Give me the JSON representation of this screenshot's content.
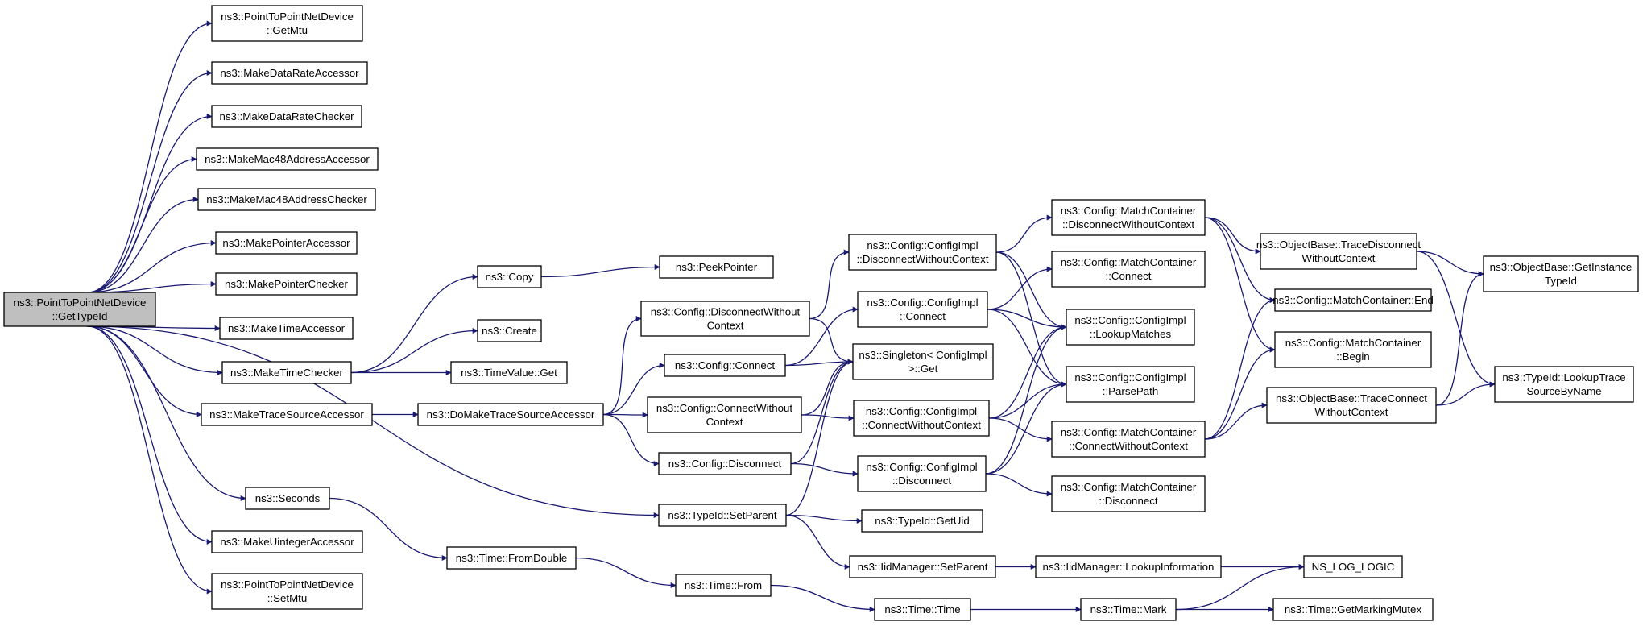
{
  "colors": {
    "edge": "#191970",
    "root_fill": "#bfbfbf",
    "node_fill": "#ffffff",
    "node_stroke": "#000000"
  },
  "nodes": [
    {
      "id": "root",
      "lines": [
        "ns3::PointToPointNetDevice",
        "::GetTypeId"
      ],
      "root": true
    },
    {
      "id": "getmtu",
      "lines": [
        "ns3::PointToPointNetDevice",
        "::GetMtu"
      ]
    },
    {
      "id": "mdra",
      "lines": [
        "ns3::MakeDataRateAccessor"
      ]
    },
    {
      "id": "mdrc",
      "lines": [
        "ns3::MakeDataRateChecker"
      ]
    },
    {
      "id": "mmaca",
      "lines": [
        "ns3::MakeMac48AddressAccessor"
      ]
    },
    {
      "id": "mmacc",
      "lines": [
        "ns3::MakeMac48AddressChecker"
      ]
    },
    {
      "id": "mpa",
      "lines": [
        "ns3::MakePointerAccessor"
      ]
    },
    {
      "id": "mpc",
      "lines": [
        "ns3::MakePointerChecker"
      ]
    },
    {
      "id": "mta",
      "lines": [
        "ns3::MakeTimeAccessor"
      ]
    },
    {
      "id": "mtc",
      "lines": [
        "ns3::MakeTimeChecker"
      ]
    },
    {
      "id": "mtsa",
      "lines": [
        "ns3::MakeTraceSourceAccessor"
      ]
    },
    {
      "id": "seconds",
      "lines": [
        "ns3::Seconds"
      ]
    },
    {
      "id": "mua",
      "lines": [
        "ns3::MakeUintegerAccessor"
      ]
    },
    {
      "id": "setmtu",
      "lines": [
        "ns3::PointToPointNetDevice",
        "::SetMtu"
      ]
    },
    {
      "id": "copy",
      "lines": [
        "ns3::Copy"
      ]
    },
    {
      "id": "create",
      "lines": [
        "ns3::Create"
      ]
    },
    {
      "id": "tvget",
      "lines": [
        "ns3::TimeValue::Get"
      ]
    },
    {
      "id": "peek",
      "lines": [
        "ns3::PeekPointer"
      ]
    },
    {
      "id": "domtsa",
      "lines": [
        "ns3::DoMakeTraceSourceAccessor"
      ]
    },
    {
      "id": "fromdouble",
      "lines": [
        "ns3::Time::FromDouble"
      ]
    },
    {
      "id": "cfgdwc",
      "lines": [
        "ns3::Config::DisconnectWithout",
        "Context"
      ]
    },
    {
      "id": "cfgconn",
      "lines": [
        "ns3::Config::Connect"
      ]
    },
    {
      "id": "cfgcwc",
      "lines": [
        "ns3::Config::ConnectWithout",
        "Context"
      ]
    },
    {
      "id": "cfgdisc",
      "lines": [
        "ns3::Config::Disconnect"
      ]
    },
    {
      "id": "tidsetp",
      "lines": [
        "ns3::TypeId::SetParent"
      ]
    },
    {
      "id": "timefrom",
      "lines": [
        "ns3::Time::From"
      ]
    },
    {
      "id": "cidwc",
      "lines": [
        "ns3::Config::ConfigImpl",
        "::DisconnectWithoutContext"
      ]
    },
    {
      "id": "ciconn",
      "lines": [
        "ns3::Config::ConfigImpl",
        "::Connect"
      ]
    },
    {
      "id": "singleton",
      "lines": [
        "ns3::Singleton< ConfigImpl",
        " >::Get"
      ]
    },
    {
      "id": "cicwc",
      "lines": [
        "ns3::Config::ConfigImpl",
        "::ConnectWithoutContext"
      ]
    },
    {
      "id": "cidisc",
      "lines": [
        "ns3::Config::ConfigImpl",
        "::Disconnect"
      ]
    },
    {
      "id": "getuid",
      "lines": [
        "ns3::TypeId::GetUid"
      ]
    },
    {
      "id": "iidsetp",
      "lines": [
        "ns3::IidManager::SetParent"
      ]
    },
    {
      "id": "timetime",
      "lines": [
        "ns3::Time::Time"
      ]
    },
    {
      "id": "mcdwc",
      "lines": [
        "ns3::Config::MatchContainer",
        "::DisconnectWithoutContext"
      ]
    },
    {
      "id": "mcconn",
      "lines": [
        "ns3::Config::MatchContainer",
        "::Connect"
      ]
    },
    {
      "id": "lookup",
      "lines": [
        "ns3::Config::ConfigImpl",
        "::LookupMatches"
      ]
    },
    {
      "id": "parse",
      "lines": [
        "ns3::Config::ConfigImpl",
        "::ParsePath"
      ]
    },
    {
      "id": "mccwc",
      "lines": [
        "ns3::Config::MatchContainer",
        "::ConnectWithoutContext"
      ]
    },
    {
      "id": "mcdisc",
      "lines": [
        "ns3::Config::MatchContainer",
        "::Disconnect"
      ]
    },
    {
      "id": "lookupinfo",
      "lines": [
        "ns3::IidManager::LookupInformation"
      ]
    },
    {
      "id": "mark",
      "lines": [
        "ns3::Time::Mark"
      ]
    },
    {
      "id": "obtdwc",
      "lines": [
        "ns3::ObjectBase::TraceDisconnect",
        "WithoutContext"
      ]
    },
    {
      "id": "mcend",
      "lines": [
        "ns3::Config::MatchContainer::End"
      ]
    },
    {
      "id": "mcbegin",
      "lines": [
        "ns3::Config::MatchContainer",
        "::Begin"
      ]
    },
    {
      "id": "obtcwc",
      "lines": [
        "ns3::ObjectBase::TraceConnect",
        "WithoutContext"
      ]
    },
    {
      "id": "nslog",
      "lines": [
        "NS_LOG_LOGIC"
      ]
    },
    {
      "id": "getmutex",
      "lines": [
        "ns3::Time::GetMarkingMutex"
      ]
    },
    {
      "id": "getinst",
      "lines": [
        "ns3::ObjectBase::GetInstance",
        "TypeId"
      ]
    },
    {
      "id": "lookuptrace",
      "lines": [
        "ns3::TypeId::LookupTrace",
        "SourceByName"
      ]
    }
  ],
  "edges": [
    [
      "root",
      "getmtu"
    ],
    [
      "root",
      "mdra"
    ],
    [
      "root",
      "mdrc"
    ],
    [
      "root",
      "mmaca"
    ],
    [
      "root",
      "mmacc"
    ],
    [
      "root",
      "mpa"
    ],
    [
      "root",
      "mpc"
    ],
    [
      "root",
      "mta"
    ],
    [
      "root",
      "mtc"
    ],
    [
      "root",
      "mtsa"
    ],
    [
      "root",
      "tidsetp"
    ],
    [
      "root",
      "seconds"
    ],
    [
      "root",
      "mua"
    ],
    [
      "root",
      "setmtu"
    ],
    [
      "mtc",
      "copy"
    ],
    [
      "mtc",
      "create"
    ],
    [
      "mtc",
      "tvget"
    ],
    [
      "copy",
      "peek"
    ],
    [
      "mtsa",
      "domtsa"
    ],
    [
      "seconds",
      "fromdouble"
    ],
    [
      "domtsa",
      "cfgdwc"
    ],
    [
      "domtsa",
      "cfgconn"
    ],
    [
      "domtsa",
      "cfgcwc"
    ],
    [
      "domtsa",
      "cfgdisc"
    ],
    [
      "fromdouble",
      "timefrom"
    ],
    [
      "timefrom",
      "timetime"
    ],
    [
      "cfgdwc",
      "cidwc"
    ],
    [
      "cfgdwc",
      "singleton"
    ],
    [
      "cfgconn",
      "ciconn"
    ],
    [
      "cfgconn",
      "singleton"
    ],
    [
      "cfgcwc",
      "singleton"
    ],
    [
      "cfgcwc",
      "cicwc"
    ],
    [
      "cfgdisc",
      "singleton"
    ],
    [
      "cfgdisc",
      "cidisc"
    ],
    [
      "tidsetp",
      "singleton"
    ],
    [
      "tidsetp",
      "getuid"
    ],
    [
      "tidsetp",
      "iidsetp"
    ],
    [
      "iidsetp",
      "lookupinfo"
    ],
    [
      "lookupinfo",
      "nslog"
    ],
    [
      "timetime",
      "mark"
    ],
    [
      "mark",
      "nslog"
    ],
    [
      "mark",
      "getmutex"
    ],
    [
      "cidwc",
      "mcdwc"
    ],
    [
      "cidwc",
      "lookup"
    ],
    [
      "cidwc",
      "parse"
    ],
    [
      "ciconn",
      "mcconn"
    ],
    [
      "ciconn",
      "lookup"
    ],
    [
      "ciconn",
      "parse"
    ],
    [
      "cicwc",
      "lookup"
    ],
    [
      "cicwc",
      "parse"
    ],
    [
      "cicwc",
      "mccwc"
    ],
    [
      "cidisc",
      "lookup"
    ],
    [
      "cidisc",
      "parse"
    ],
    [
      "cidisc",
      "mcdisc"
    ],
    [
      "mcdwc",
      "obtdwc"
    ],
    [
      "mcdwc",
      "mcend"
    ],
    [
      "mcdwc",
      "mcbegin"
    ],
    [
      "mccwc",
      "mcend"
    ],
    [
      "mccwc",
      "mcbegin"
    ],
    [
      "mccwc",
      "obtcwc"
    ],
    [
      "obtdwc",
      "getinst"
    ],
    [
      "obtdwc",
      "lookuptrace"
    ],
    [
      "obtcwc",
      "getinst"
    ],
    [
      "obtcwc",
      "lookuptrace"
    ]
  ]
}
